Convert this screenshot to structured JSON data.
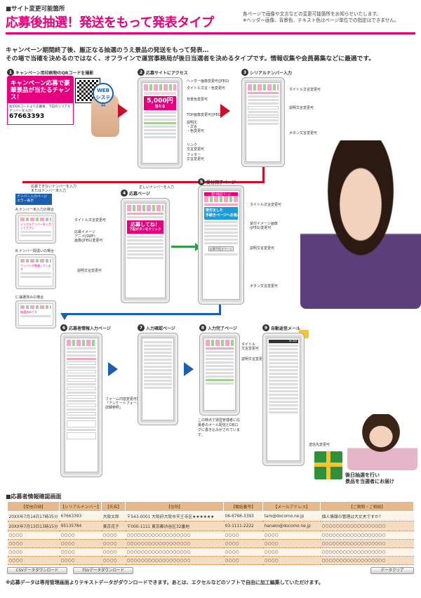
{
  "header": {
    "mark": "■サイト変更可能箇所",
    "title": "応募後抽選！発送をもって発表タイプ",
    "note_line1": "各ページで画像や文言などの変更可能箇所をお知らせいたします。",
    "note_line2": "※ヘッダー画像、背景色、テキスト色はページ単位での指定はできません。"
  },
  "intro": {
    "line1": "キャンペーン期間終了後、厳正なる抽選のうえ景品の発送をもって発表…",
    "line2": "その場で当確を決めるのではなく、オフラインで運営事務局が後日当選者を決めるタイプです。情報収集や会員募集などに最適です。"
  },
  "steps": {
    "s1": {
      "num": "1",
      "title": "キャンペーン用印刷物のQRコードを撮影"
    },
    "s2": {
      "num": "2",
      "title": "応募サイトにアクセス"
    },
    "s3": {
      "num": "3",
      "title": "シリアルナンバー入力"
    },
    "s4": {
      "num": "4",
      "title": "応募ページ"
    },
    "s5": {
      "num": "5",
      "title": "受付完了ページ"
    },
    "s6": {
      "num": "6",
      "title": "応募者情報入力ページ"
    },
    "s7": {
      "num": "7",
      "title": "入力確認ページ"
    },
    "s8": {
      "num": "8",
      "title": "入力完了ページ"
    },
    "s9": {
      "num": "9",
      "title": "自動返信メール"
    }
  },
  "campaign": {
    "headline": "キャンペーン応募で豪華景品が当たるチャンス！",
    "code_caption": "右のQRコードより応募後、下記のシリアルナンバーを入力！",
    "code": "67663393",
    "web_badge": "WEB システム"
  },
  "step2": {
    "prize": "5,000円",
    "prize_sub": "当たる",
    "labels": [
      "ヘッダー画像変更可(JPEG)",
      "タイトル文言・色変更可",
      "背景色変更可",
      "TOP画像変更可(JPEG)",
      "説明文\n・文言\n・色変更可",
      "リンク\n文言変更可",
      "フッター\n文言変更可"
    ]
  },
  "step3": {
    "labels": [
      "タイトル文言変更可",
      "説明文言変更可",
      "ボタン文言変更可"
    ]
  },
  "branch": {
    "wrong": "応募できないナンバーを入力\nまたはナンバー未入力",
    "correct": "正しいナンバーを入力"
  },
  "error": {
    "title": "ナンバー入力ページ\nエラー表示",
    "a": "A.ナンバー未入力の場合",
    "b": "B.ナンバー間違いの場合",
    "c": "C.抽選済みの場合"
  },
  "step4": {
    "button_text": "応募してね！",
    "button_sub": "下記ボタンをクリック",
    "labels": [
      "タイトル文言変更可",
      "応募イメージ\nアニメ(SWF)\n画像(JPEG)変更可",
      "説明文言変更可"
    ]
  },
  "step5": {
    "title_bar": "受付確認ページ",
    "banner": "受付ました\n手続きページへお進みください",
    "button": "応募手続きページ",
    "labels": [
      "タイトル文言変更可",
      "受付イメージ画像\n(JPEG)変更可",
      "説明文言変更可",
      "ボタン文言変更可"
    ]
  },
  "step6": {
    "label": "フォーム内容変更可能\n「アンケートフォーム\n詳細参照」"
  },
  "step8": {
    "labels": [
      "タイトル\n文言変更可",
      "説明文言変更可"
    ],
    "note": "この時点で運営管理者に応募者のメール配信とDBログに書き込みがされています。"
  },
  "step9": {
    "time": "9:30",
    "label": "送信先変更可"
  },
  "gift_caption": "後日抽選を行い\n景品を当選者にお届け",
  "table": {
    "section": "■応募者情報確認画面",
    "headers": [
      "【受信日時】",
      "【シリアルナンバー】",
      "【氏名】",
      "【住所】",
      "【電話番号】",
      "【メールアドレス】",
      "【ご質問・ご相談】"
    ],
    "rows": [
      [
        "20XX年7月14日17時35分",
        "67663393",
        "大阪太郎",
        "〒543-0001 大阪府大阪市天王寺区★★★★★★",
        "06-6766-3393",
        "taro@docomo.ne.jp",
        "個人情報の管理は大丈夫ですか？"
      ],
      [
        "20XX年7月13日13時15分",
        "95135784",
        "東京花子",
        "〒000-1111 東京都渋谷区32番地",
        "03-1111-2222",
        "hanako@docomo.ne.jp",
        "○○○○○○○○○○○○○○○○○○"
      ],
      [
        "○○○○",
        "○○○○",
        "○○○○",
        "○○○○○○○○○○○○○○○○○○",
        "○○○○",
        "○○○○",
        "○○○○○○○○○○○○○○○○○○"
      ],
      [
        "○○○○",
        "○○○○",
        "○○○○",
        "○○○○○○○○○○○○○○○○○○",
        "○○○○",
        "○○○○",
        "○○○○○○○○○○○○○○○○○○"
      ],
      [
        "○○○○",
        "○○○○",
        "○○○○",
        "○○○○○○○○○○○○○○○○○○",
        "○○○○",
        "○○○○",
        "○○○○○○○○○○○○○○○○○○"
      ],
      [
        "○○○○",
        "○○○○",
        "○○○○",
        "○○○○○○○○○○○○○○○○○○",
        "○○○○",
        "○○○○",
        "○○○○○○○○○○○○○○○○○○"
      ]
    ],
    "btn_csv": "CSVデータダウンロード",
    "btn_tsv": "TSVデータダウンロード",
    "btn_clear": "データクリア"
  },
  "footer": "※応募データは専用管理画面よりテキストデータがダウンロードできます。あとは、エクセルなどのソフトで自由に加工編集していただけます。",
  "colors": {
    "accent": "#e4007f",
    "arrow_red": "#c8102e",
    "arrow_blue": "#1c5fb0",
    "table_head": "#e4b98c"
  }
}
